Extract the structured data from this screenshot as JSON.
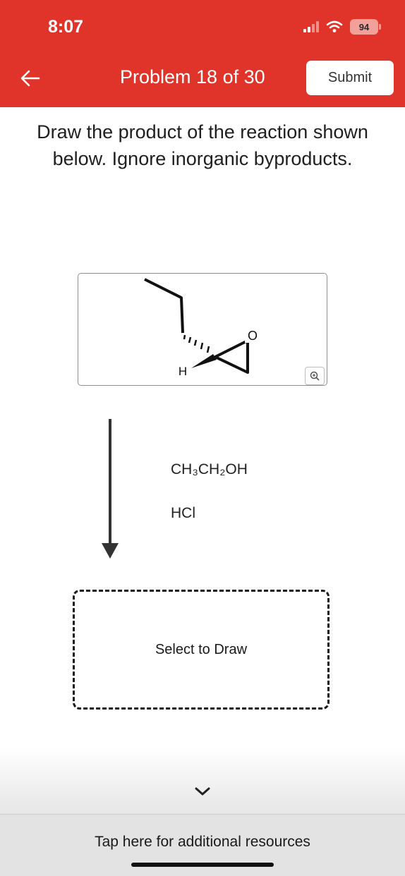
{
  "status_bar": {
    "time": "8:07",
    "battery": "94",
    "icons": [
      "signal-icon",
      "wifi-icon",
      "battery-icon"
    ]
  },
  "header": {
    "background": "#e0342a",
    "back_icon": "back-arrow-icon",
    "title": "Problem 18 of 30",
    "submit_label": "Submit"
  },
  "question": {
    "prompt": "Draw the product of the reaction shown below. Ignore inorganic byproducts."
  },
  "reactant": {
    "atom_labels": {
      "oxygen": "O",
      "hydrogen": "H"
    },
    "zoom_icon": "zoom-in-icon"
  },
  "reagents": [
    "CH₃CH₂OH",
    "HCl"
  ],
  "answer": {
    "draw_label": "Select to Draw"
  },
  "footer": {
    "chevron_icon": "chevron-down-icon",
    "resources_label": "Tap here for additional resources"
  }
}
